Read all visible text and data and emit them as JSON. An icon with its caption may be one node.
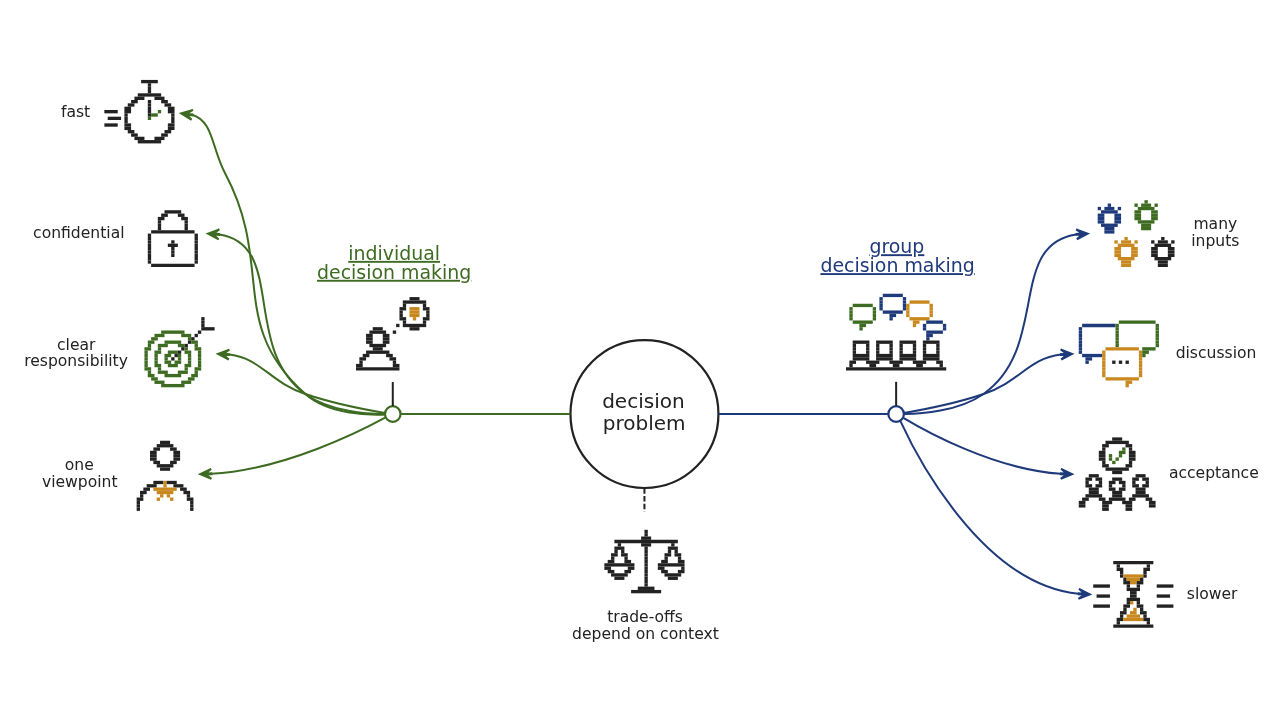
{
  "diagram": {
    "nodes": [
      {
        "text": [
          "decision problem"
        ]
      },
      {
        "text": [],
        "shape": "circle"
      },
      {
        "text": [],
        "shape": "picture",
        "beside": [
          "individual decision making"
        ]
      },
      {
        "text": [],
        "shape": "picture",
        "beside": [
          "fast"
        ]
      },
      {
        "text": [],
        "shape": "picture",
        "beside": [
          "confidential"
        ]
      },
      {
        "text": [],
        "shape": "picture",
        "beside": [
          "clear responsibility"
        ]
      },
      {
        "text": [],
        "shape": "picture",
        "beside": [
          "one viewpoint"
        ]
      },
      {
        "text": [],
        "shape": "circle"
      },
      {
        "text": [],
        "shape": "picture",
        "beside": [
          "group decision making"
        ]
      },
      {
        "text": [],
        "shape": "picture",
        "beside": [
          "many inputs"
        ]
      },
      {
        "text": [],
        "shape": "picture",
        "beside": [
          "discussion"
        ]
      },
      {
        "text": [],
        "shape": "picture",
        "beside": [
          "acceptance"
        ]
      },
      {
        "text": [],
        "shape": "picture",
        "beside": [
          "slower"
        ]
      },
      {
        "text": [],
        "shape": "picture",
        "beside": [
          "trade-offs depend on context"
        ]
      }
    ],
    "edges": [
      {
        "from": 1,
        "to": 0,
        "arrow": "none",
        "color": "#3d6b21"
      },
      {
        "from": 2,
        "to": 1,
        "arrow": "none"
      },
      {
        "from": 1,
        "to": 3,
        "arrow": "to",
        "color": "#3d6b21"
      },
      {
        "from": 1,
        "to": 4,
        "arrow": "to",
        "color": "#3d6b21"
      },
      {
        "from": 1,
        "to": 5,
        "arrow": "to",
        "color": "#3d6b21"
      },
      {
        "from": 1,
        "to": 6,
        "arrow": "to",
        "color": "#3d6b21"
      },
      {
        "from": 0,
        "to": 7,
        "arrow": "none",
        "color": "#1f3a7a"
      },
      {
        "from": 8,
        "to": 7,
        "arrow": "none"
      },
      {
        "from": 7,
        "to": 9,
        "arrow": "to",
        "color": "#1f3a7a"
      },
      {
        "from": 7,
        "to": 10,
        "arrow": "to",
        "color": "#1f3a7a"
      },
      {
        "from": 7,
        "to": 11,
        "arrow": "to",
        "color": "#1f3a7a"
      },
      {
        "from": 7,
        "to": 12,
        "arrow": "to",
        "color": "#1f3a7a"
      },
      {
        "from": 0,
        "to": 13,
        "arrow": "none",
        "style": "dashed"
      }
    ]
  }
}
